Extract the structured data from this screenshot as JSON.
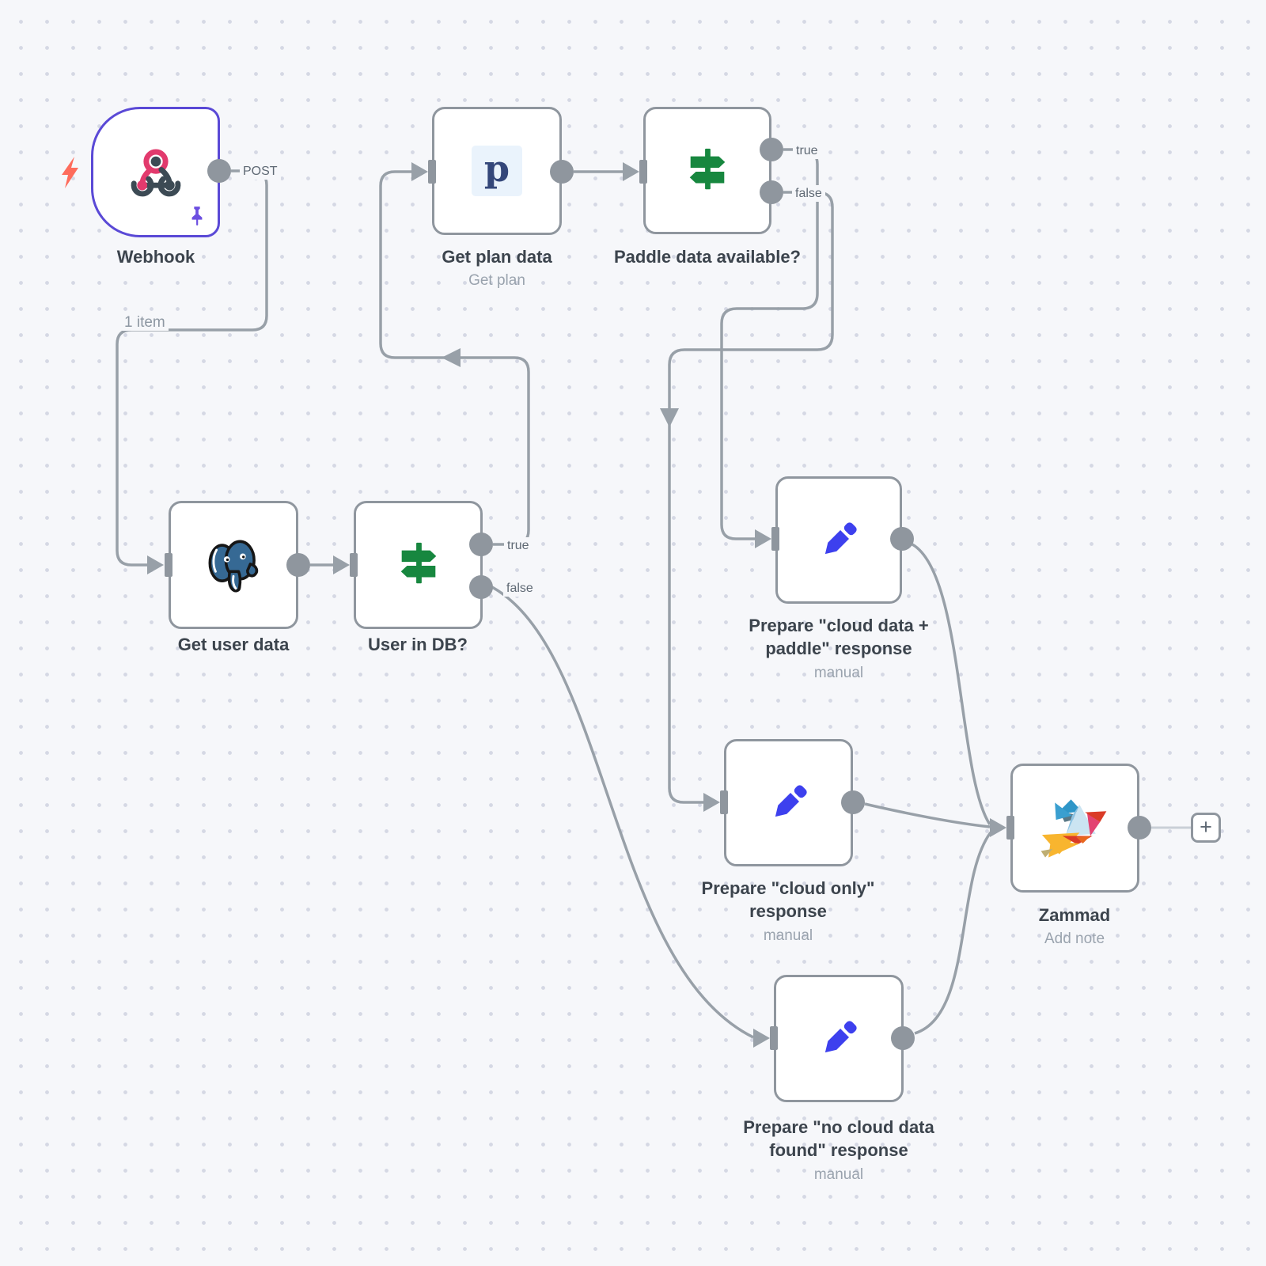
{
  "app": {
    "name": "n8n workflow editor canvas"
  },
  "ui": {
    "add_node_button": "+"
  },
  "colors": {
    "canvas_bg": "#f6f7fa",
    "grid_dot": "#d5d8e4",
    "node_border": "#8f969e",
    "trigger_border": "#5a49d6",
    "wire": "#98a0a8",
    "faint_wire": "#c9cfd7",
    "label_text": "#3c444d",
    "subtitle_text": "#9aa3ae",
    "if_green": "#17873f",
    "set_blue": "#3d40ee",
    "postgres_blue": "#366994",
    "paddle_navy": "#34477a",
    "paddle_bg": "#eaf3fc",
    "webhook_pink": "#e23a6d",
    "webhook_slate": "#3c4a54",
    "bolt_orange": "#fe6c5c",
    "pin_purple": "#6c4fe1"
  },
  "nodes": [
    {
      "id": "webhook",
      "label": "Webhook",
      "type": "webhook-trigger",
      "icon": "webhook-icon",
      "output_label": "POST",
      "pinned": true
    },
    {
      "id": "get-plan-data",
      "label": "Get plan data",
      "subtitle": "Get plan",
      "type": "paddle",
      "icon": "paddle-icon",
      "icon_letter": "p"
    },
    {
      "id": "paddle-data-available",
      "label": "Paddle data available?",
      "type": "if",
      "icon": "signpost-icon",
      "outputs": [
        "true",
        "false"
      ]
    },
    {
      "id": "get-user-data",
      "label": "Get user data",
      "type": "postgres",
      "icon": "postgresql-icon"
    },
    {
      "id": "user-in-db",
      "label": "User in DB?",
      "type": "if",
      "icon": "signpost-icon",
      "outputs": [
        "true",
        "false"
      ]
    },
    {
      "id": "prepare-cloud-paddle-response",
      "label": "Prepare \"cloud data + paddle\" response",
      "subtitle": "manual",
      "type": "set",
      "icon": "pencil-icon"
    },
    {
      "id": "prepare-cloud-only-response",
      "label": "Prepare \"cloud only\" response",
      "subtitle": "manual",
      "type": "set",
      "icon": "pencil-icon"
    },
    {
      "id": "prepare-no-cloud-response",
      "label": "Prepare \"no cloud data found\" response",
      "subtitle": "manual",
      "type": "set",
      "icon": "pencil-icon"
    },
    {
      "id": "zammad",
      "label": "Zammad",
      "subtitle": "Add note",
      "type": "zammad",
      "icon": "zammad-icon"
    }
  ],
  "connections": [
    {
      "from": "Webhook",
      "to": "Get user data",
      "label": "1 item"
    },
    {
      "from": "Get user data",
      "to": "User in DB?"
    },
    {
      "from": "User in DB?",
      "output": "true",
      "to": "Get plan data"
    },
    {
      "from": "User in DB?",
      "output": "false",
      "to": "Prepare \"no cloud data found\" response"
    },
    {
      "from": "Get plan data",
      "to": "Paddle data available?"
    },
    {
      "from": "Paddle data available?",
      "output": "true",
      "to": "Prepare \"cloud data + paddle\" response"
    },
    {
      "from": "Paddle data available?",
      "output": "false",
      "to": "Prepare \"cloud only\" response"
    },
    {
      "from": "Prepare \"cloud data + paddle\" response",
      "to": "Zammad"
    },
    {
      "from": "Prepare \"cloud only\" response",
      "to": "Zammad"
    },
    {
      "from": "Prepare \"no cloud data found\" response",
      "to": "Zammad"
    }
  ]
}
